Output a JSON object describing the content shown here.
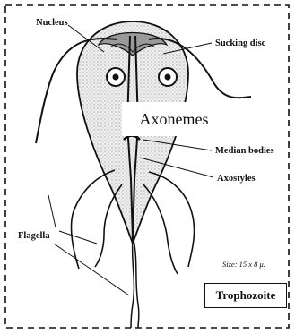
{
  "labels": {
    "nucleus": "Nucleus",
    "sucking_disc": "Sucking disc",
    "axonemes": "Axonemes",
    "median_bodies": "Median bodies",
    "axostyles": "Axostyles",
    "flagella": "Flagella",
    "size": "Size: 15 x 8 μ.",
    "stage": "Trophozoite"
  },
  "colors": {
    "outline": "#111111",
    "body_fill": "#dcdcdc",
    "sucking_disc_fill": "#9a9a9a"
  }
}
